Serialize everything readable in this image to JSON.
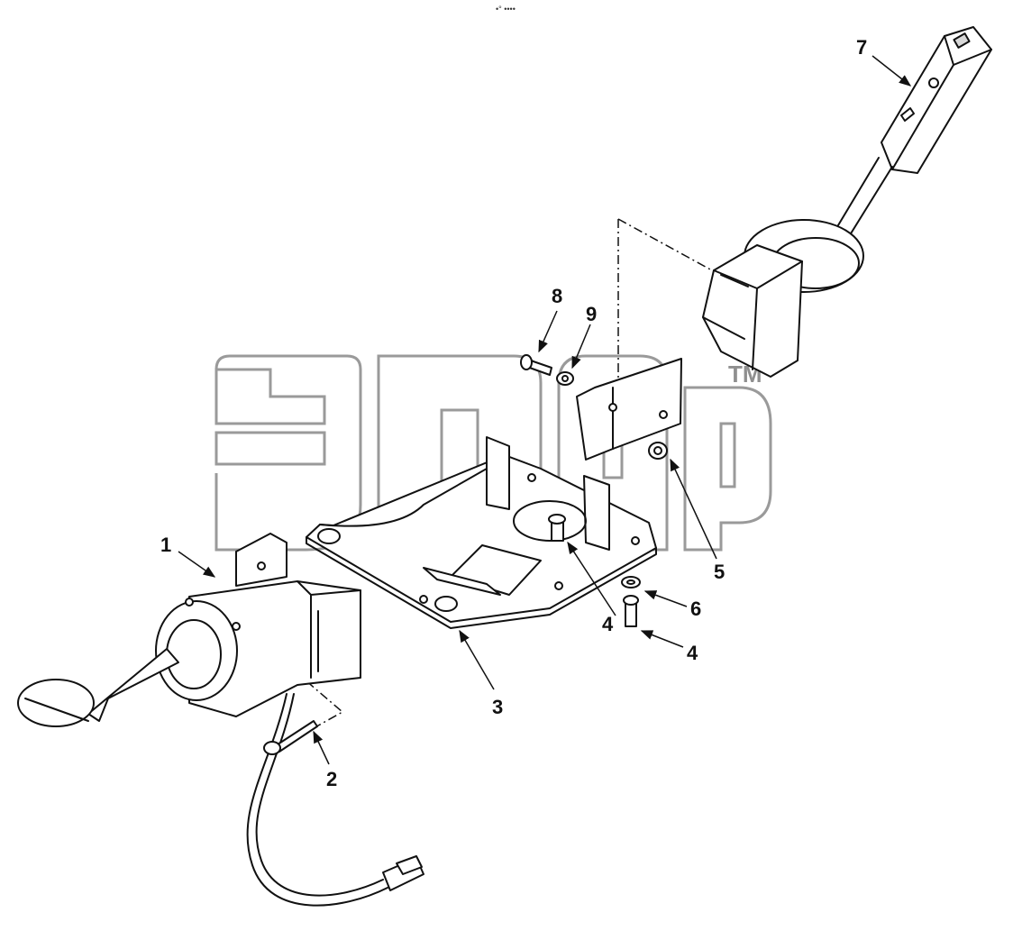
{
  "header": {
    "tiny_text": "•° ••••"
  },
  "watermark": {
    "tm": "TM"
  },
  "callouts": [
    {
      "id": "c1",
      "label": "1"
    },
    {
      "id": "c2",
      "label": "2"
    },
    {
      "id": "c3",
      "label": "3"
    },
    {
      "id": "c4a",
      "label": "4"
    },
    {
      "id": "c4b",
      "label": "4"
    },
    {
      "id": "c5",
      "label": "5"
    },
    {
      "id": "c6",
      "label": "6"
    },
    {
      "id": "c7",
      "label": "7"
    },
    {
      "id": "c8",
      "label": "8"
    },
    {
      "id": "c9",
      "label": "9"
    }
  ]
}
